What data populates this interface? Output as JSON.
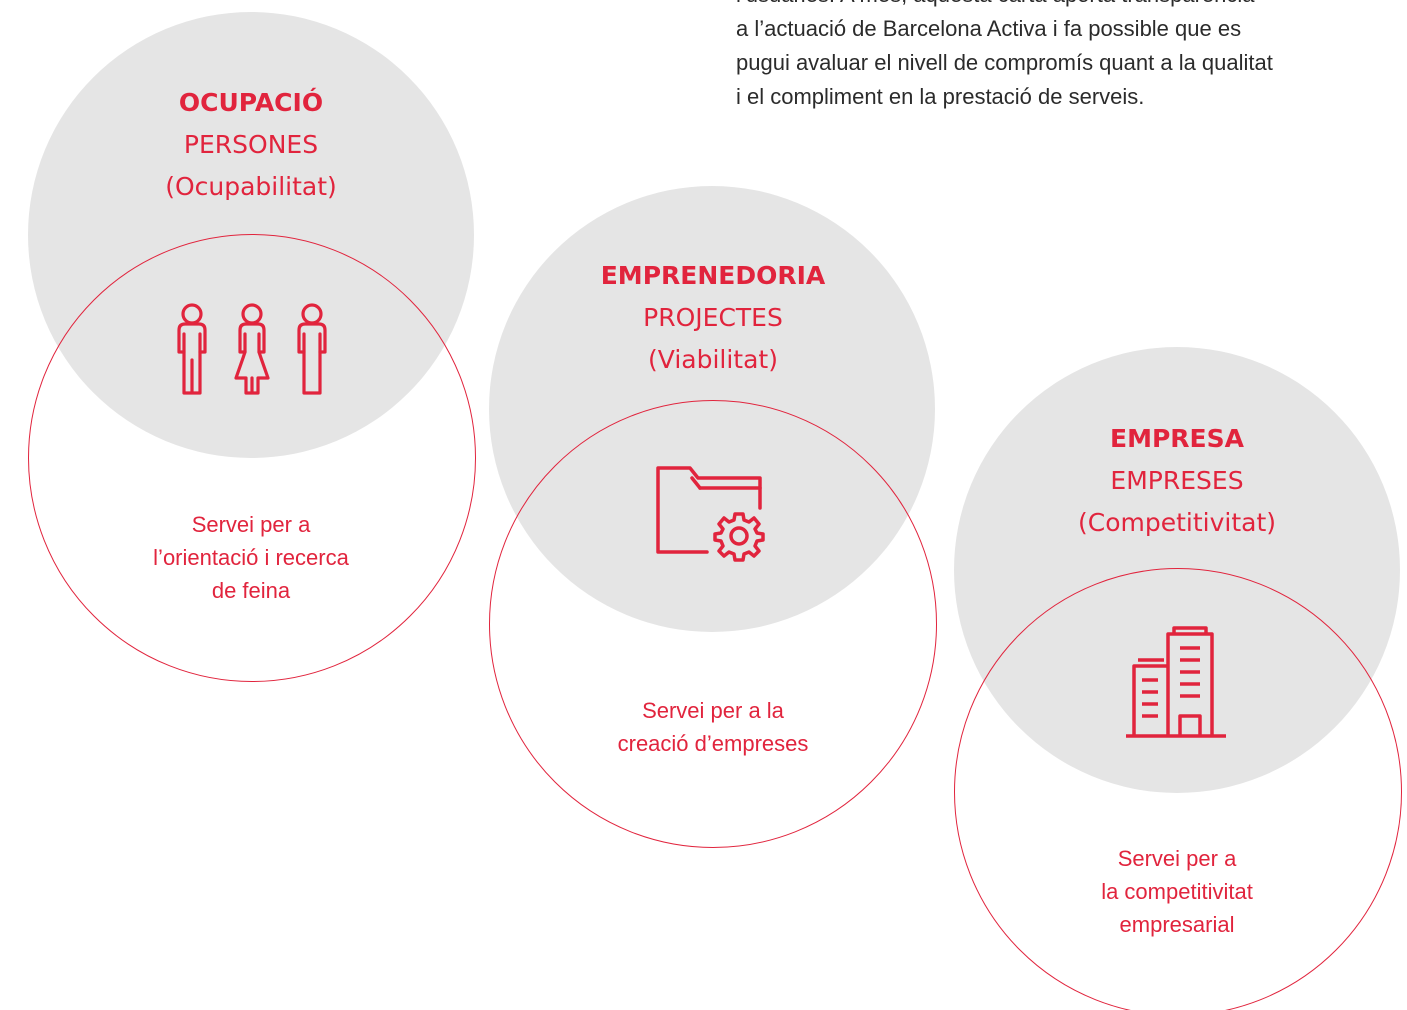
{
  "intro": {
    "lines": [
      "l’usuaries. A més, aquesta carta aporta transparència",
      "a l’actuació de Barcelona Activa i fa possible que es",
      "pugui avaluar el nivell de compromís quant a la qualitat",
      "i el compliment en la prestació de serveis."
    ]
  },
  "colors": {
    "accent": "#e1243d",
    "grey_circle": "#e5e5e5",
    "body_text": "#2b2b2b"
  },
  "blocks": [
    {
      "title": "OCUPACIÓ",
      "subtitle": "PERSONES",
      "tagline": "(Ocupabilitat)",
      "icon": "people-icon",
      "description": [
        "Servei per a",
        "l’orientació i recerca",
        "de feina"
      ]
    },
    {
      "title": "EMPRENEDORIA",
      "subtitle": "PROJECTES",
      "tagline": "(Viabilitat)",
      "icon": "folder-gear-icon",
      "description": [
        "Servei per a la",
        "creació d’empreses"
      ]
    },
    {
      "title": "EMPRESA",
      "subtitle": "EMPRESES",
      "tagline": "(Competitivitat)",
      "icon": "buildings-icon",
      "description": [
        "Servei per a",
        "la competitivitat",
        "empresarial"
      ]
    }
  ]
}
